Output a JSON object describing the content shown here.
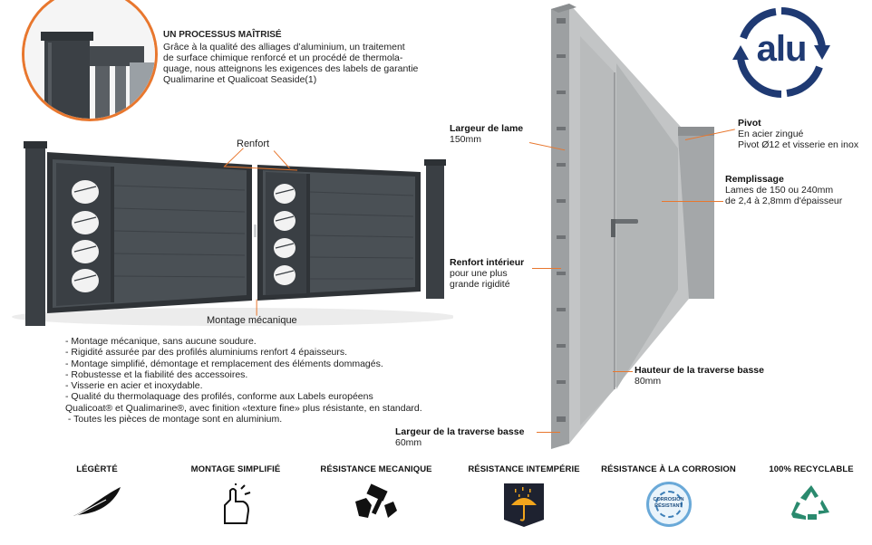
{
  "intro": {
    "title": "UN PROCESSUS MAÎTRISÉ",
    "lines": [
      "Grâce à la qualité des alliages d’aluminium, un traitement",
      "de surface chimique renforcé et un procédé de thermola-",
      "quage, nous atteignons les exigences des labels de garantie",
      "Qualimarine et Qualicoat Seaside(1)"
    ]
  },
  "gate_labels": {
    "renfort": "Renfort",
    "montage": "Montage mécanique"
  },
  "features_list": [
    "- Montage mécanique, sans aucune soudure.",
    "- Rigidité assurée par des profilés aluminiums renfort 4 épaisseurs.",
    "- Montage simplifié, démontage et remplacement des éléments dommagés.",
    "- Robustesse et la fiabilité des accessoires.",
    "- Visserie en acier et inoxydable.",
    "- Qualité du thermolaquage des profilés, conforme aux Labels européens",
    "Qualicoat® et Qualimarine®, avec finition «texture fine» plus résistante, en standard.",
    " - Toutes les pièces de montage sont en aluminium."
  ],
  "callouts": {
    "largeur_lame": {
      "title": "Largeur de lame",
      "text": "150mm"
    },
    "renfort_interieur": {
      "title": "Renfort intérieur",
      "lines": [
        "pour une plus",
        "grande rigidité"
      ]
    },
    "largeur_traverse": {
      "title": "Largeur de la traverse basse",
      "text": "60mm"
    },
    "hauteur_traverse": {
      "title": "Hauteur de la traverse basse",
      "text": "80mm"
    },
    "pivot": {
      "title": "Pivot",
      "lines": [
        "En acier zingué",
        "Pivot Ø12 et visserie en inox"
      ]
    },
    "remplissage": {
      "title": "Remplissage",
      "lines": [
        "Lames de 150 ou 240mm",
        "de 2,4 à 2,8mm d'épaisseur"
      ]
    }
  },
  "logo": {
    "text": "alu",
    "color": "#1f3a73"
  },
  "features": [
    {
      "label": "LÉGÈRTÉ",
      "icon": "feather-icon"
    },
    {
      "label": "MONTAGE SIMPLIFIÉ",
      "icon": "snap-hand-icon"
    },
    {
      "label": "RÉSISTANCE MECANIQUE",
      "icon": "hammer-hand-icon"
    },
    {
      "label": "RÉSISTANCE INTEMPÉRIE",
      "icon": "umbrella-rain-icon"
    },
    {
      "label": "RÉSISTANCE À LA CORROSION",
      "icon": "corrosion-badge-icon",
      "badge_text": "CORROSION RÉSISTANT"
    },
    {
      "label": "100% RECYCLABLE",
      "icon": "recycle-icon"
    }
  ],
  "colors": {
    "accent": "#e8772e",
    "gate_dark": "#3a3f44",
    "profile_grey": "#b7b9ba",
    "logo_blue": "#1f3a73",
    "recycle_green": "#2a8a6e",
    "umbrella_bg": "#1e2230",
    "umbrella_yellow": "#f2a51c"
  }
}
